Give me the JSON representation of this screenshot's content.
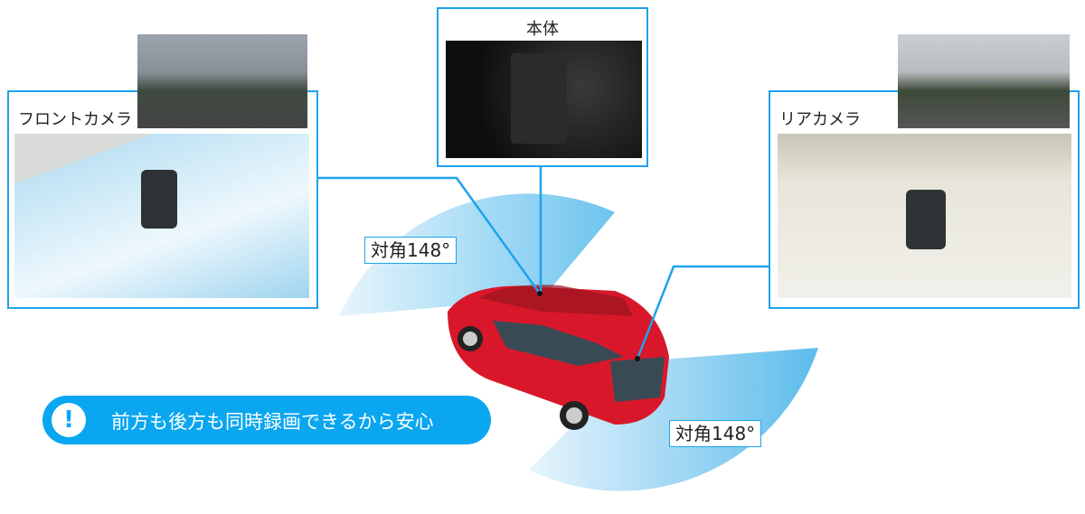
{
  "front_camera": {
    "label": "フロントカメラ"
  },
  "main_unit": {
    "label": "本体"
  },
  "rear_camera": {
    "label": "リアカメラ"
  },
  "front_fov": {
    "label": "対角148°"
  },
  "rear_fov": {
    "label": "対角148°"
  },
  "notice": {
    "icon": "exclamation-icon",
    "symbol": "!",
    "text": "前方も後方も同時録画できるから安心"
  },
  "colors": {
    "accent": "#1ea3ec",
    "pill": "#0aa6f0",
    "car": "#d8182a"
  }
}
